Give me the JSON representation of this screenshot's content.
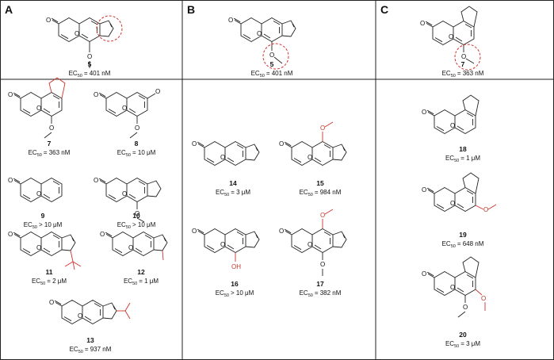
{
  "panels": {
    "a": "A",
    "b": "B",
    "c": "C"
  },
  "compounds": [
    {
      "id": "a5",
      "number": "5",
      "ec50_prefix": "EC",
      "ec50_sub": "50",
      "ec50_value": "= 401 nM"
    },
    {
      "id": "b5",
      "number": "5",
      "ec50_prefix": "EC",
      "ec50_sub": "50",
      "ec50_value": "= 401 nM"
    },
    {
      "id": "c7",
      "number": "7",
      "ec50_prefix": "EC",
      "ec50_sub": "50",
      "ec50_value": "= 363 nM"
    },
    {
      "id": "a7",
      "number": "7",
      "ec50_prefix": "EC",
      "ec50_sub": "50",
      "ec50_value": "= 363 nM"
    },
    {
      "id": "a8",
      "number": "8",
      "ec50_prefix": "EC",
      "ec50_sub": "50",
      "ec50_value": "= 10 μM"
    },
    {
      "id": "a9",
      "number": "9",
      "ec50_prefix": "EC",
      "ec50_sub": "50",
      "ec50_value": "> 10 μM"
    },
    {
      "id": "a10",
      "number": "10",
      "ec50_prefix": "EC",
      "ec50_sub": "50",
      "ec50_value": "> 10 μM"
    },
    {
      "id": "a11",
      "number": "11",
      "ec50_prefix": "EC",
      "ec50_sub": "50",
      "ec50_value": "= 2 μM"
    },
    {
      "id": "a12",
      "number": "12",
      "ec50_prefix": "EC",
      "ec50_sub": "50",
      "ec50_value": "= 1 μM"
    },
    {
      "id": "a13",
      "number": "13",
      "ec50_prefix": "EC",
      "ec50_sub": "50",
      "ec50_value": "= 937 nM"
    },
    {
      "id": "b14",
      "number": "14",
      "ec50_prefix": "EC",
      "ec50_sub": "50",
      "ec50_value": "= 3 μM"
    },
    {
      "id": "b15",
      "number": "15",
      "ec50_prefix": "EC",
      "ec50_sub": "50",
      "ec50_value": "= 984 nM"
    },
    {
      "id": "b16",
      "number": "16",
      "ec50_prefix": "EC",
      "ec50_sub": "50",
      "ec50_value": "> 10 μM"
    },
    {
      "id": "b17",
      "number": "17",
      "ec50_prefix": "EC",
      "ec50_sub": "50",
      "ec50_value": "= 382 nM"
    },
    {
      "id": "c18",
      "number": "18",
      "ec50_prefix": "EC",
      "ec50_sub": "50",
      "ec50_value": "= 1 μM"
    },
    {
      "id": "c19",
      "number": "19",
      "ec50_prefix": "EC",
      "ec50_sub": "50",
      "ec50_value": "= 648 nM"
    },
    {
      "id": "c20",
      "number": "20",
      "ec50_prefix": "EC",
      "ec50_sub": "50",
      "ec50_value": "= 3 μM"
    }
  ],
  "atoms": {
    "oxygen": "O",
    "hydroxyl": "OH"
  },
  "colors": {
    "border": "#222222",
    "highlight": "#d0342c",
    "text": "#111111"
  }
}
